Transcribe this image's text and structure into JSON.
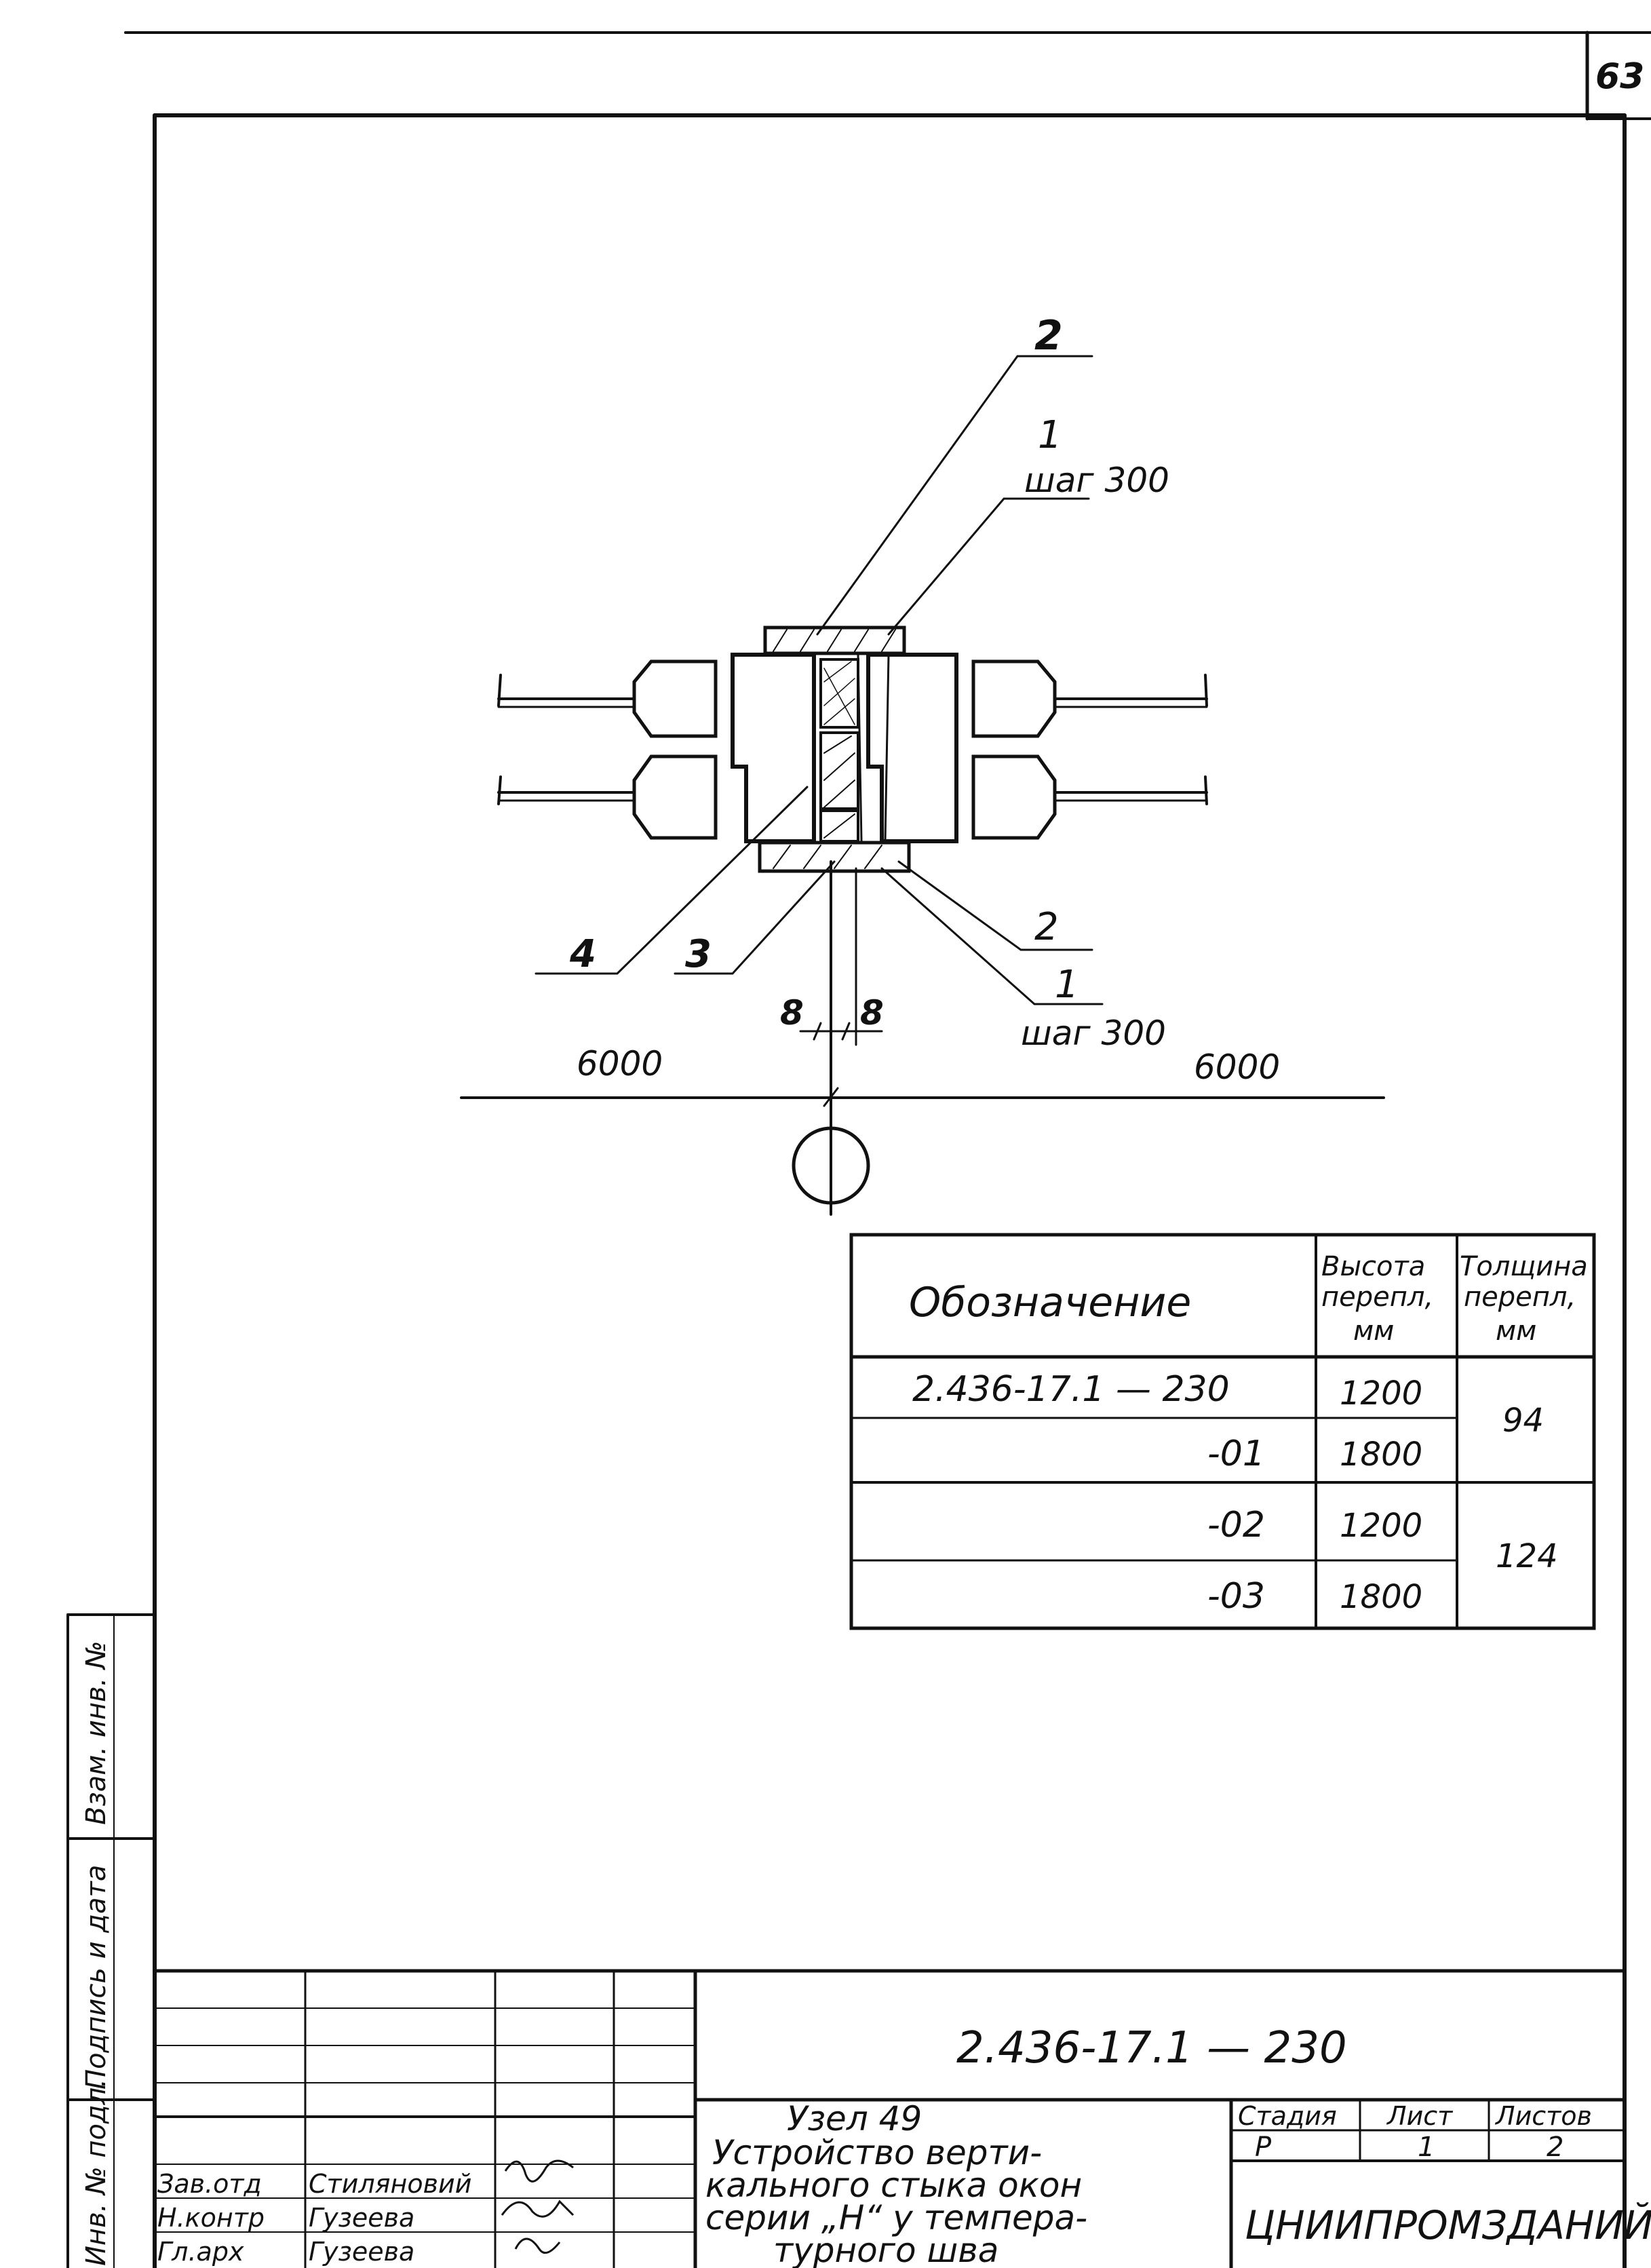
{
  "sheet": {
    "page_number": "63",
    "doc_code": "2.436-17.1 — 230",
    "title_lines": [
      "Узел 49",
      "Устройство верти-",
      "кального стыка окон",
      "серии „Н“ у темпера-",
      "турного шва"
    ],
    "organization": "ЦНИИПРОМЗДАНИЙ"
  },
  "drawing": {
    "callouts": {
      "top_2": "2",
      "top_1": "1",
      "top_1_note": "шаг 300",
      "right_2": "2",
      "bottom_1": "1",
      "bottom_1_note": "шаг 300",
      "left_4": "4",
      "left_3": "3"
    },
    "dim_left": "8",
    "dim_right": "8",
    "span_left": "6000",
    "span_right": "6000"
  },
  "spec_table": {
    "headers": {
      "designation": "Обозначение",
      "height": [
        "Высота",
        "перепл,",
        "мм"
      ],
      "thickness": [
        "Толщина",
        "перепл,",
        "мм"
      ]
    },
    "rows": [
      {
        "designation": "2.436-17.1 — 230",
        "height": "1200"
      },
      {
        "designation": "-01",
        "height": "1800"
      },
      {
        "designation": "-02",
        "height": "1200"
      },
      {
        "designation": "-03",
        "height": "1800"
      }
    ],
    "thickness_groups": [
      "94",
      "124"
    ]
  },
  "title_block": {
    "stage_label": "Стадия",
    "sheet_label": "Лист",
    "sheets_label": "Листов",
    "stage_value": "Р",
    "sheet_value": "1",
    "sheets_value": "2",
    "roles": [
      {
        "role": "Зав.отд",
        "name": "Стиляновий"
      },
      {
        "role": "Н.контр",
        "name": "Гузеева"
      },
      {
        "role": "Гл.арх",
        "name": "Гузеева"
      }
    ]
  },
  "side_stamp": {
    "cells": [
      "Взам. инв. №",
      "Подпись и дата",
      "Инв. № подл."
    ]
  }
}
